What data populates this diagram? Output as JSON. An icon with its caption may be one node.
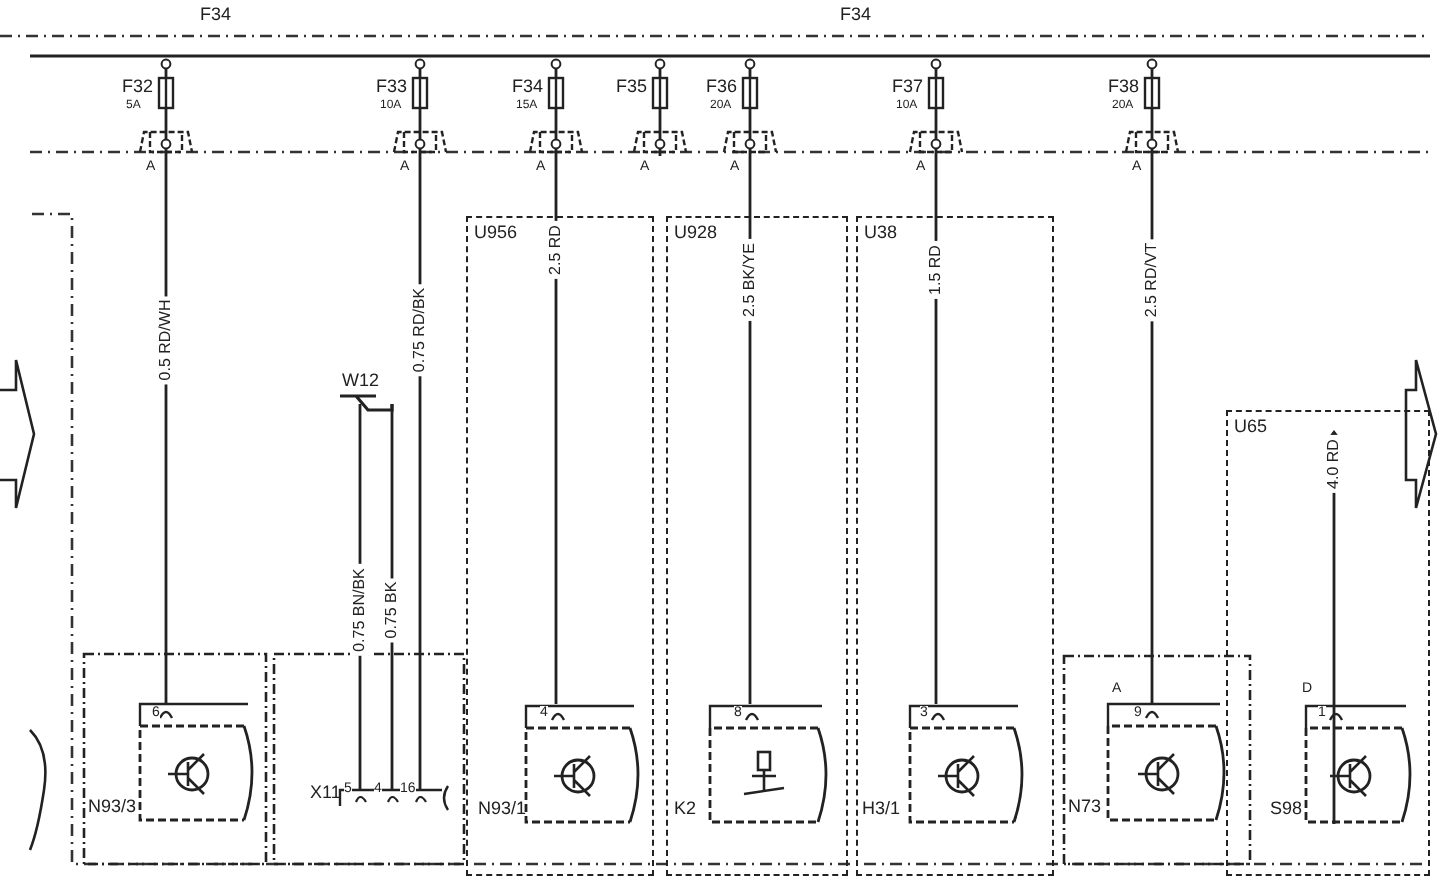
{
  "diagram": {
    "nodes": [
      {
        "text": [
          "U956"
        ]
      },
      {
        "text": [
          "U928"
        ]
      },
      {
        "text": [
          "U38"
        ]
      },
      {
        "text": [
          "U65"
        ]
      },
      {
        "text": [
          "F32",
          "5A"
        ]
      },
      {
        "text": [
          "F33",
          "10A"
        ]
      },
      {
        "text": [
          "F34",
          "15A"
        ]
      },
      {
        "text": [
          "F35"
        ]
      },
      {
        "text": [
          "F36",
          "20A"
        ]
      },
      {
        "text": [
          "F37",
          "10A"
        ]
      },
      {
        "text": [
          "F38",
          "20A"
        ]
      },
      {
        "text": [
          "N93/3"
        ]
      },
      {
        "text": [
          "X11"
        ]
      },
      {
        "text": [
          "N93/1"
        ],
        "in": 0
      },
      {
        "text": [
          "K2"
        ],
        "in": 1
      },
      {
        "text": [
          "H3/1"
        ],
        "in": 2
      },
      {
        "text": [
          "N73"
        ]
      },
      {
        "text": [
          "S98"
        ],
        "in": 3
      },
      {
        "text": [
          "W12"
        ]
      }
    ],
    "edges": [
      {
        "from": 4,
        "to": 11,
        "arrow": "none",
        "label": "0.5 RD/WH"
      },
      {
        "from": 5,
        "to": 12,
        "arrow": "none",
        "label": "0.75 RD/BK"
      },
      {
        "from": 6,
        "to": 13,
        "arrow": "none",
        "label": "2.5 RD"
      },
      {
        "from": 8,
        "to": 14,
        "arrow": "none",
        "label": "2.5 BK/YE"
      },
      {
        "from": 9,
        "to": 15,
        "arrow": "none",
        "label": "1.5 RD"
      },
      {
        "from": 10,
        "to": 16,
        "arrow": "none",
        "label": "2.5 RD/VT"
      },
      {
        "from": 18,
        "to": 12,
        "arrow": "none",
        "label": "0.75 BN/BK"
      },
      {
        "from": 18,
        "to": 12,
        "arrow": "none",
        "label": "0.75 BK"
      },
      {
        "from": 17,
        "to": null,
        "arrow": "to",
        "label": "4.0 RD"
      }
    ],
    "labels": [
      "F34",
      "F34",
      "A",
      "A",
      "A",
      "A",
      "A",
      "A",
      "A",
      "6",
      "5",
      "4",
      "16",
      "4",
      "8",
      "3",
      "A",
      "9",
      "D",
      "1"
    ]
  }
}
